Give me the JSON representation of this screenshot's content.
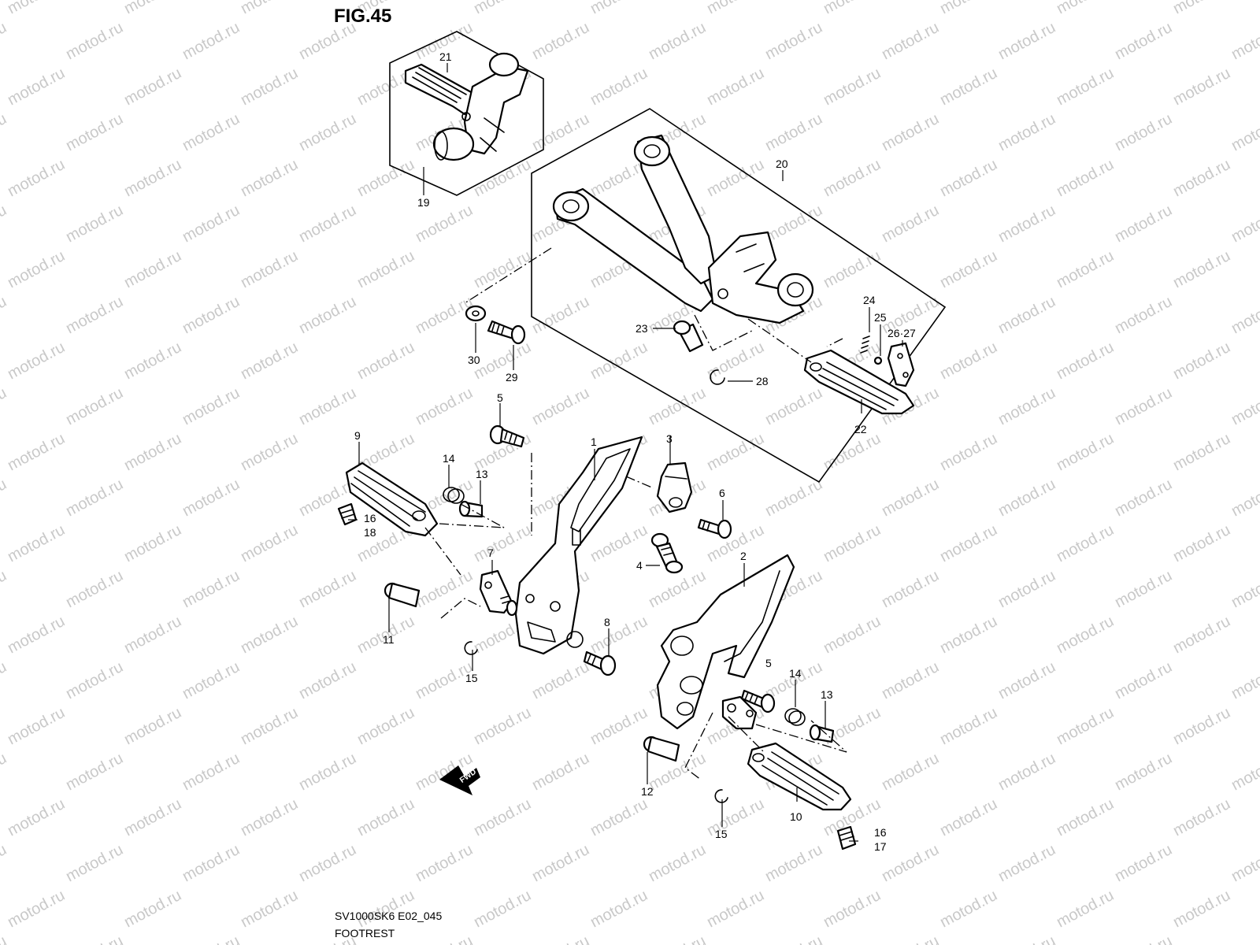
{
  "figure": {
    "title": "FIG.45",
    "model_code": "SV1000SK6 E02_045",
    "caption": "FOOTREST",
    "watermark": "motod.ru",
    "direction_marker": "FWD"
  },
  "callouts": [
    "1",
    "2",
    "3",
    "4",
    "5",
    "5",
    "6",
    "7",
    "8",
    "9",
    "10",
    "11",
    "12",
    "13",
    "13",
    "14",
    "14",
    "15",
    "15",
    "16",
    "18",
    "16",
    "17",
    "19",
    "20",
    "21",
    "22",
    "23",
    "24",
    "25",
    "26·27",
    "28",
    "29",
    "30"
  ]
}
